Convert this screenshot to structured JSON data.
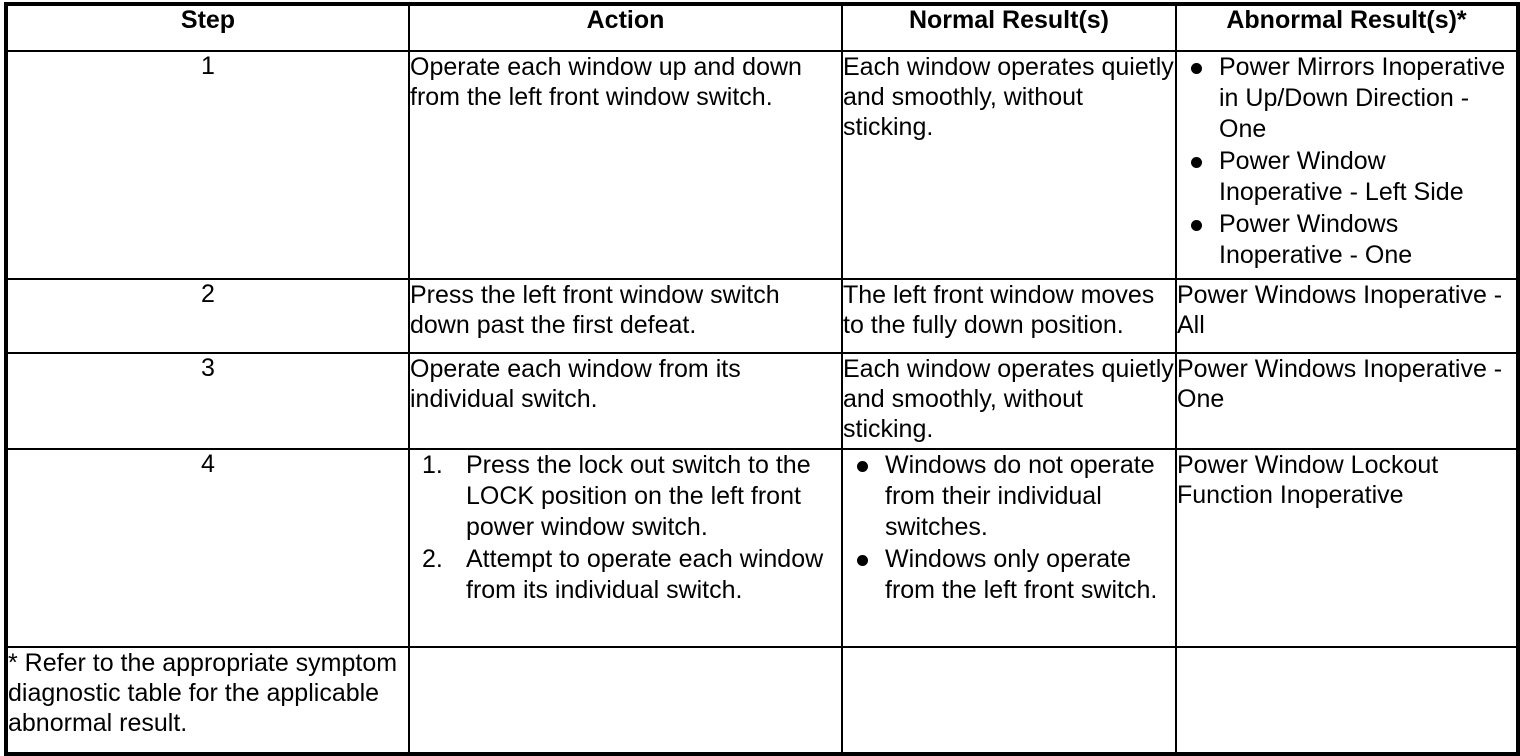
{
  "table": {
    "columns": [
      {
        "key": "step",
        "label": "Step"
      },
      {
        "key": "action",
        "label": "Action"
      },
      {
        "key": "normal",
        "label": "Normal Result(s)"
      },
      {
        "key": "abnormal",
        "label": "Abnormal Result(s)*"
      }
    ],
    "rows": [
      {
        "step": "1",
        "action_text": "Operate each window up and down from the left front window switch.",
        "normal_text": "Each window operates quietly and smoothly, without sticking.",
        "abnormal_bullets": [
          "Power Mirrors Inoperative in Up/Down Direction - One",
          "Power Window Inoperative - Left Side",
          "Power Windows Inoperative - One"
        ]
      },
      {
        "step": "2",
        "action_text": "Press the left front window switch down past the first defeat.",
        "normal_text": "The left front window moves to the fully down position.",
        "abnormal_text": "Power Windows Inoperative - All"
      },
      {
        "step": "3",
        "action_text": "Operate each window from its individual switch.",
        "normal_text": "Each window operates quietly and smoothly, without sticking.",
        "abnormal_text": "Power Windows Inoperative - One"
      },
      {
        "step": "4",
        "action_steps": [
          {
            "marker": "1.",
            "text": "Press the lock out switch to the LOCK position on the left front power window switch."
          },
          {
            "marker": "2.",
            "text": "Attempt to operate each window from its individual switch."
          }
        ],
        "normal_bullets": [
          "Windows do not operate from their individual switches.",
          "Windows only operate from the left front switch."
        ],
        "abnormal_text": "Power Window Lockout Function Inoperative"
      }
    ],
    "footnote": "* Refer to the appropriate symptom diagnostic table for the applicable abnormal result."
  },
  "colors": {
    "border": "#000000",
    "text": "#000000",
    "background": "#ffffff"
  }
}
